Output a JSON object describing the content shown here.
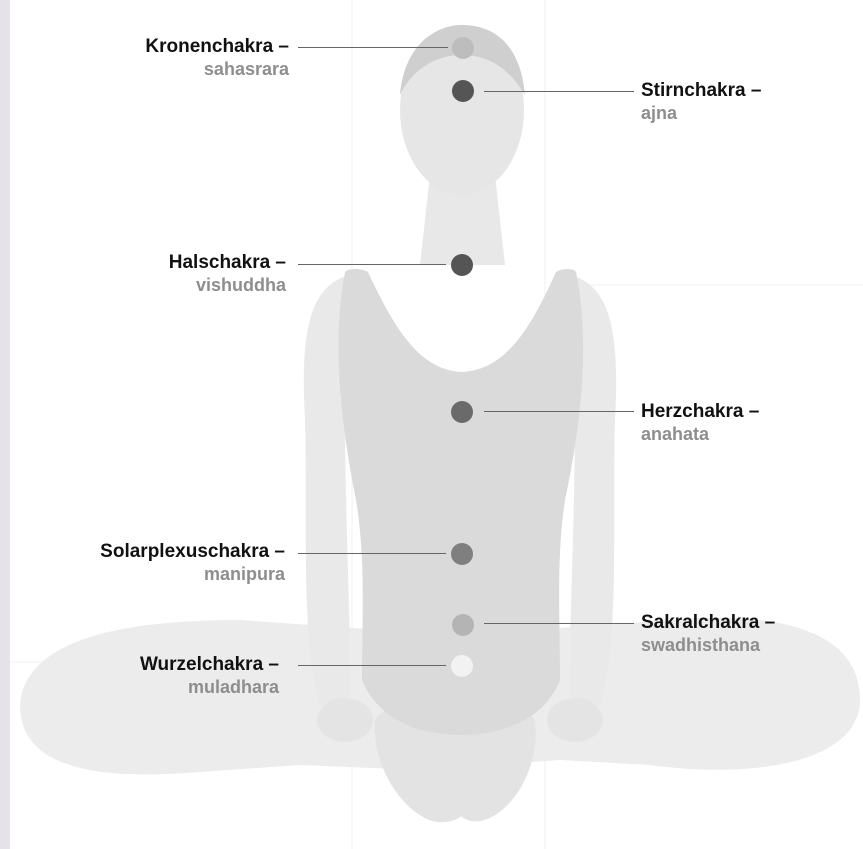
{
  "chakras": [
    {
      "id": "crown",
      "name": "Kronenchakra –",
      "sanskrit": "sahasrara",
      "color": "#bdbdbd"
    },
    {
      "id": "third-eye",
      "name": "Stirnchakra –",
      "sanskrit": "ajna",
      "color": "#555555"
    },
    {
      "id": "throat",
      "name": "Halschakra –",
      "sanskrit": "vishuddha",
      "color": "#555555"
    },
    {
      "id": "heart",
      "name": "Herzchakra –",
      "sanskrit": "anahata",
      "color": "#6a6a6a"
    },
    {
      "id": "solar-plexus",
      "name": "Solarplexuschakra –",
      "sanskrit": "manipura",
      "color": "#7f7f7f"
    },
    {
      "id": "sacral",
      "name": "Sakralchakra –",
      "sanskrit": "swadhisthana",
      "color": "#b4b4b4"
    },
    {
      "id": "root",
      "name": "Wurzelchakra –",
      "sanskrit": "muladhara",
      "color": "#f2f2f2"
    }
  ]
}
